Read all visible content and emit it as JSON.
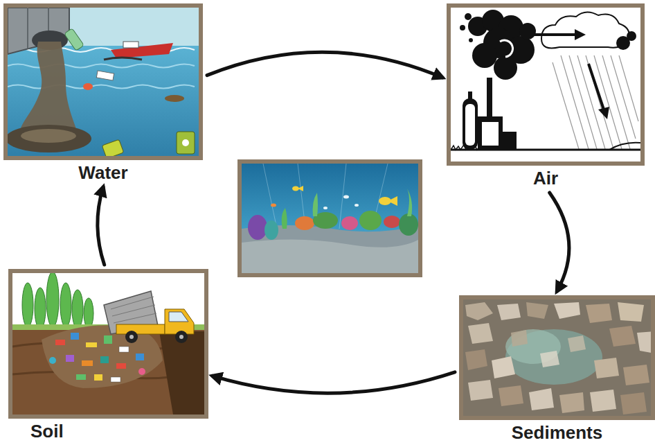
{
  "diagram": {
    "nodes": [
      {
        "text": [
          "Water"
        ]
      },
      {
        "text": [
          "Air"
        ]
      },
      {
        "text": [
          "Sediments"
        ]
      },
      {
        "text": [
          "Soil"
        ]
      }
    ],
    "edges": [
      {
        "from": 0,
        "to": 1,
        "arrow": "to"
      },
      {
        "from": 1,
        "to": 2,
        "arrow": "to"
      },
      {
        "from": 2,
        "to": 3,
        "arrow": "to"
      },
      {
        "from": 3,
        "to": 0,
        "arrow": "to"
      }
    ]
  }
}
